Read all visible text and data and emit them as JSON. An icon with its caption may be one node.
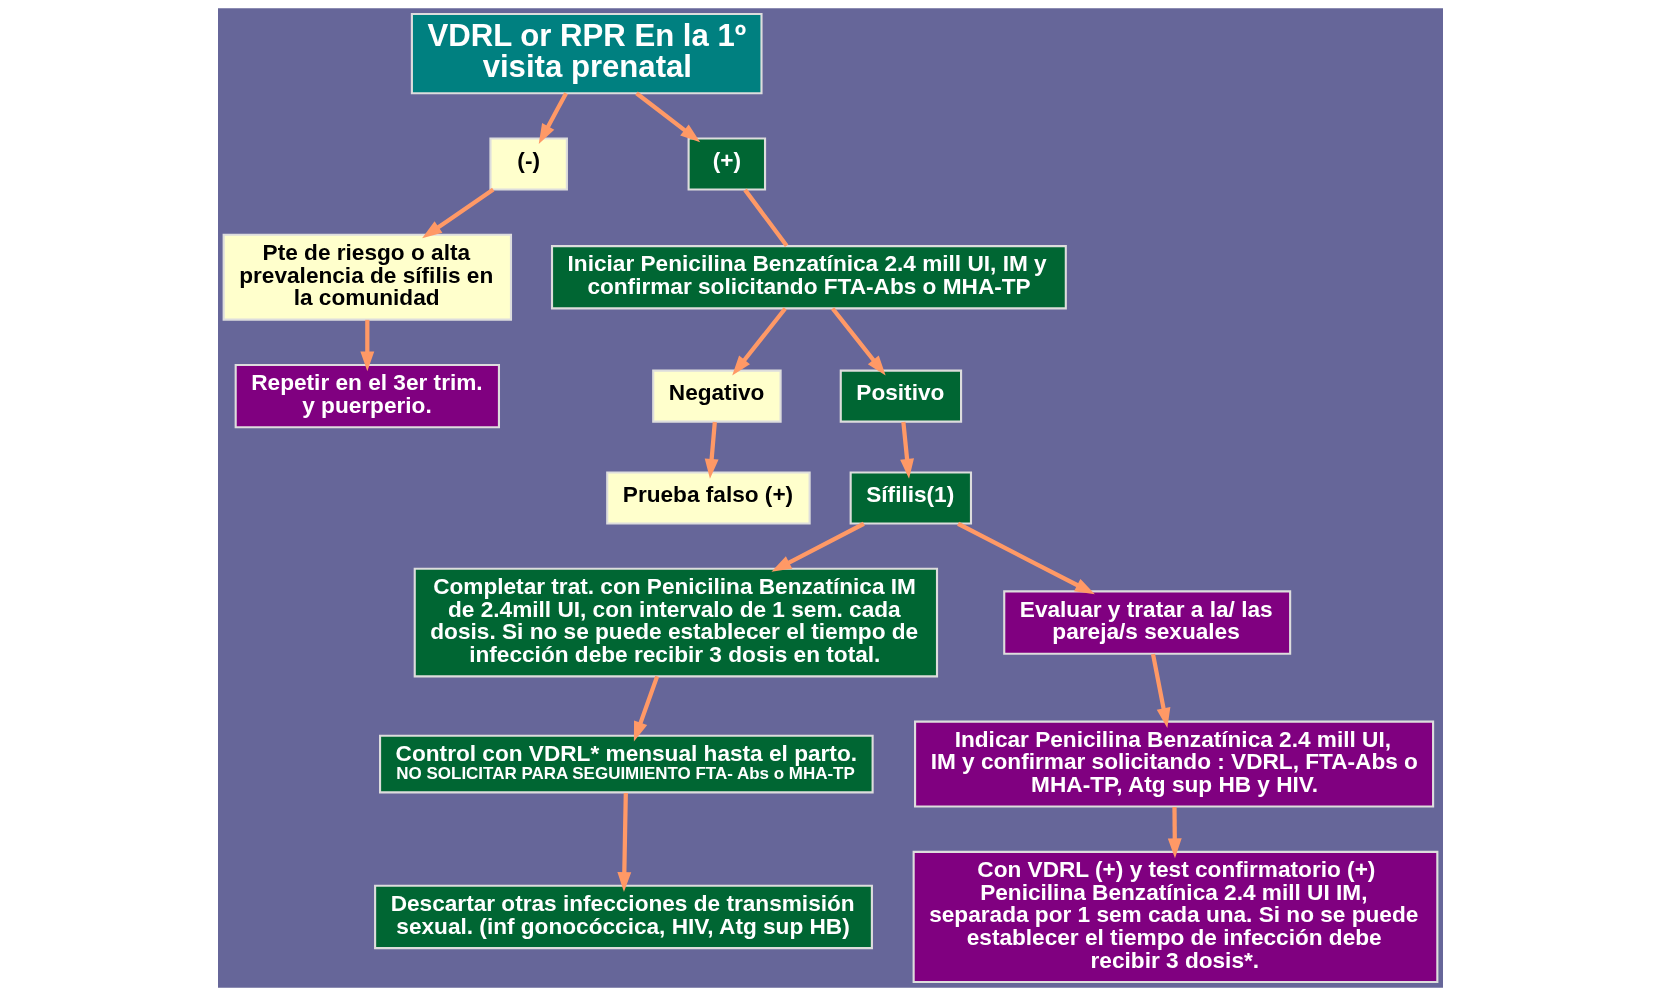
{
  "diagram": {
    "nodes": [
      {
        "text": [
          "VDRL or RPR En la 1º visita prenatal"
        ]
      },
      {
        "text": [
          "(-)"
        ]
      },
      {
        "text": [
          "(+)"
        ]
      },
      {
        "text": [
          "Pte de riesgo o alta prevalencia de sífilis en la comunidad"
        ]
      },
      {
        "text": [
          "Repetir en el 3er trim. y puerperio."
        ]
      },
      {
        "text": [
          "Iniciar Penicilina Benzatínica 2.4 mill UI, IM y confirmar solicitando FTA-Abs o MHA-TP"
        ]
      },
      {
        "text": [
          "Negativo"
        ]
      },
      {
        "text": [
          "Positivo"
        ]
      },
      {
        "text": [
          "Prueba falso (+)"
        ]
      },
      {
        "text": [
          "Sífilis(1)"
        ]
      },
      {
        "text": [
          "Completar trat. con Penicilina Benzatínica IM de 2.4mill UI, con intervalo de 1 sem. cada dosis. Si no se puede establecer el tiempo de infección debe recibir 3 dosis en total."
        ]
      },
      {
        "text": [
          "Evaluar y tratar a la/ las pareja/s sexuales"
        ]
      },
      {
        "text": [
          "Control con VDRL* mensual hasta el parto.",
          "NO SOLICITAR PARA SEGUIMIENTO FTA- Abs o MHA-TP"
        ]
      },
      {
        "text": [
          "Indicar Penicilina Benzatínica 2.4 mill UI, IM y confirmar solicitando : VDRL, FTA-Abs o MHA-TP, Atg sup HB y HIV."
        ]
      },
      {
        "text": [
          "Descartar otras infecciones de transmisión sexual. (inf gonocóccica, HIV, Atg sup HB)"
        ]
      },
      {
        "text": [
          "Con VDRL (+) y test confirmatorio (+) Penicilina Benzatínica 2.4 mill UI IM, separada por 1 sem cada una. Si no se puede establecer el tiempo de infección debe recibir 3 dosis*."
        ]
      }
    ],
    "edges": [
      {
        "from": 0,
        "to": 1,
        "arrow": "to"
      },
      {
        "from": 0,
        "to": 2,
        "arrow": "to"
      },
      {
        "from": 1,
        "to": 3,
        "arrow": "to"
      },
      {
        "from": 3,
        "to": 4,
        "arrow": "to"
      },
      {
        "from": 2,
        "to": 5,
        "arrow": "none"
      },
      {
        "from": 5,
        "to": 6,
        "arrow": "to"
      },
      {
        "from": 5,
        "to": 7,
        "arrow": "to"
      },
      {
        "from": 6,
        "to": 8,
        "arrow": "to"
      },
      {
        "from": 7,
        "to": 9,
        "arrow": "to"
      },
      {
        "from": 9,
        "to": 10,
        "arrow": "to"
      },
      {
        "from": 9,
        "to": 11,
        "arrow": "to"
      },
      {
        "from": 10,
        "to": 12,
        "arrow": "to"
      },
      {
        "from": 12,
        "to": 14,
        "arrow": "to"
      },
      {
        "from": 11,
        "to": 13,
        "arrow": "to"
      },
      {
        "from": 13,
        "to": 15,
        "arrow": "to"
      }
    ]
  }
}
